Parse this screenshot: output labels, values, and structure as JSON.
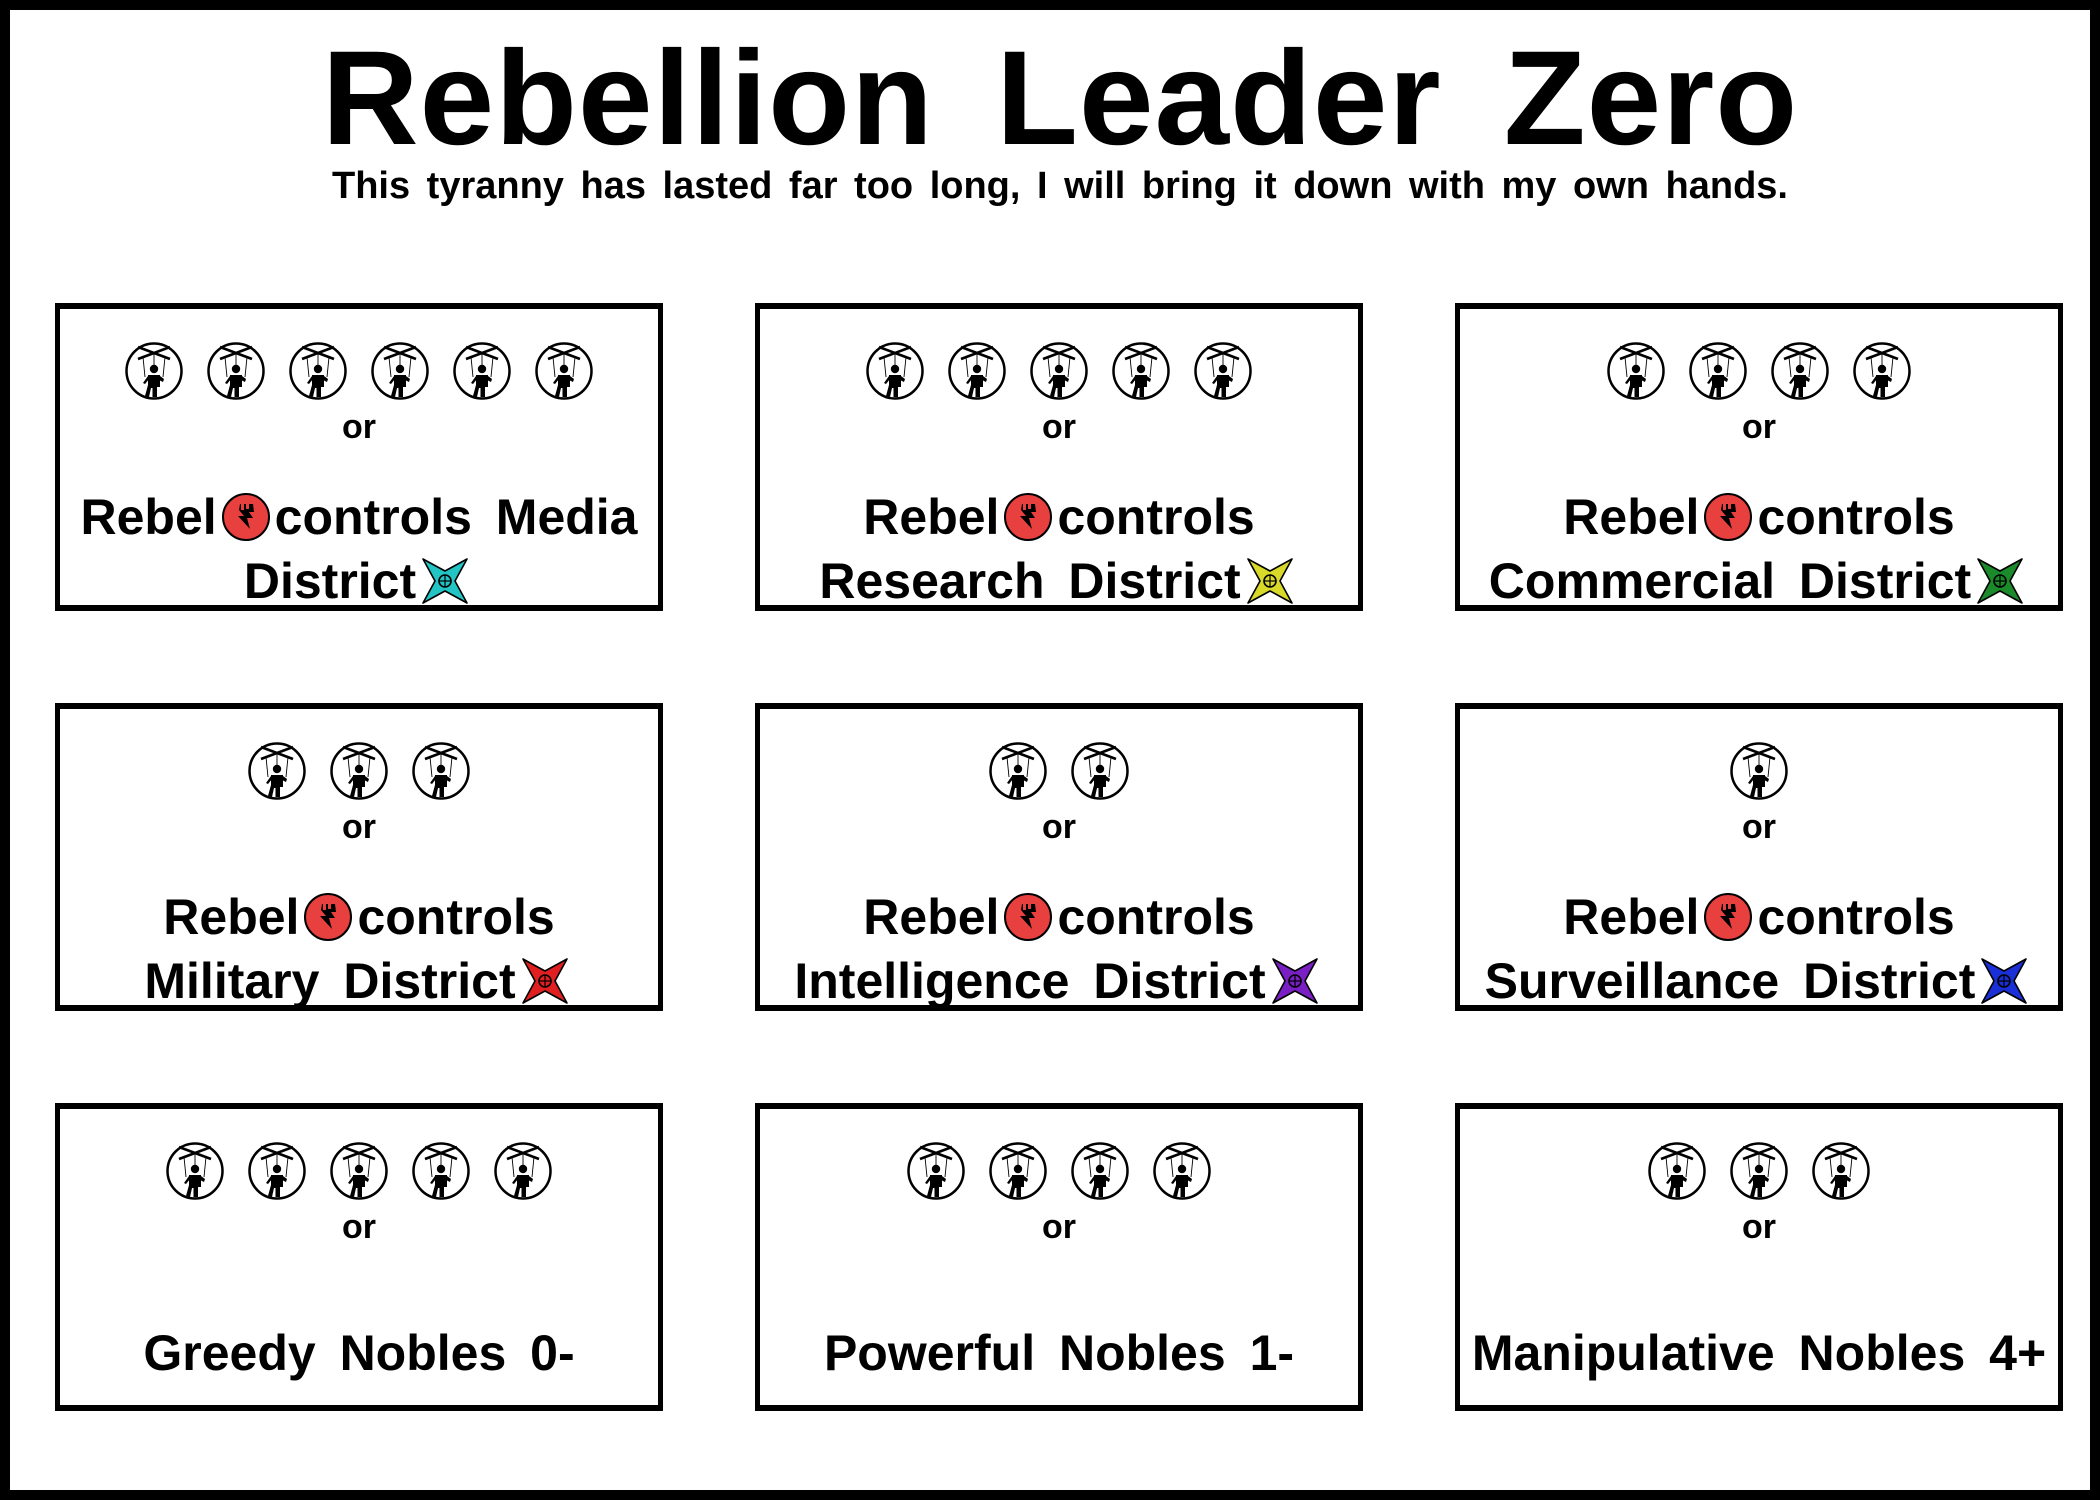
{
  "title": "Rebellion Leader Zero",
  "subtitle": "This tyranny has lasted far too long, I will bring it down with my own hands.",
  "or_label": "or",
  "icons": {
    "token": "puppet-icon",
    "rebel": "rebel-fist-icon",
    "district": "district-star-icon"
  },
  "colors": {
    "rebel": "#e8403f",
    "media": "#23c4c4",
    "research": "#d9d92a",
    "commercial": "#1a8a2a",
    "military": "#e02020",
    "intelligence": "#7a1fc4",
    "surveillance": "#1a2fd6"
  },
  "cards": [
    {
      "tokens": 6,
      "line1": "Rebel",
      "line1b": "controls Media",
      "line2": "District",
      "district_color_key": "media"
    },
    {
      "tokens": 5,
      "line1": "Rebel",
      "line1b": "controls",
      "line2": "Research District",
      "district_color_key": "research"
    },
    {
      "tokens": 4,
      "line1": "Rebel",
      "line1b": "controls",
      "line2": "Commercial District",
      "district_color_key": "commercial"
    },
    {
      "tokens": 3,
      "line1": "Rebel",
      "line1b": "controls",
      "line2": "Military District",
      "district_color_key": "military"
    },
    {
      "tokens": 2,
      "line1": "Rebel",
      "line1b": "controls",
      "line2": "Intelligence District",
      "district_color_key": "intelligence"
    },
    {
      "tokens": 1,
      "line1": "Rebel",
      "line1b": "controls",
      "line2": "Surveillance District",
      "district_color_key": "surveillance"
    },
    {
      "tokens": 5,
      "text": "Greedy Nobles 0-"
    },
    {
      "tokens": 4,
      "text": "Powerful Nobles 1-"
    },
    {
      "tokens": 3,
      "text": "Manipulative Nobles 4+"
    }
  ]
}
